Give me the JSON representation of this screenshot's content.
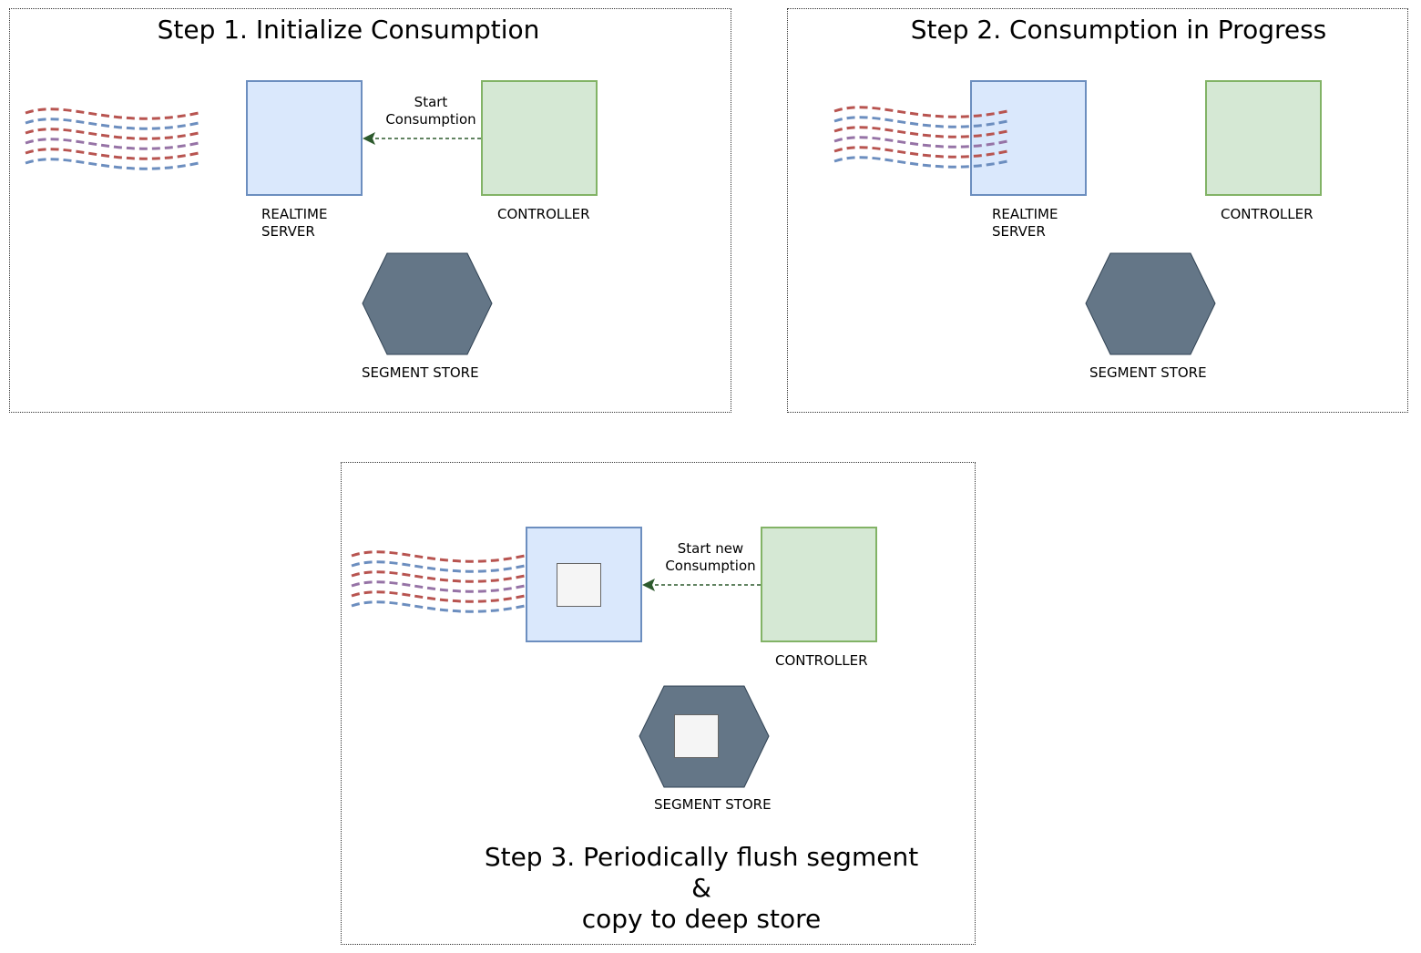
{
  "steps": [
    {
      "title": "Step 1. Initialize Consumption",
      "realtime_server_label": "REALTIME\nSERVER",
      "controller_label": "CONTROLLER",
      "segment_store_label": "SEGMENT STORE",
      "arrow_label": "Start\nConsumption"
    },
    {
      "title": "Step 2. Consumption in Progress",
      "realtime_server_label": "REALTIME\nSERVER",
      "controller_label": "CONTROLLER",
      "segment_store_label": "SEGMENT STORE"
    },
    {
      "title": "Step 3. Periodically flush segment\n&\ncopy to deep store",
      "controller_label": "CONTROLLER",
      "segment_store_label": "SEGMENT STORE",
      "arrow_label": "Start new\nConsumption"
    }
  ],
  "colors": {
    "realtime_server_fill": "#dae8fc",
    "realtime_server_stroke": "#6c8ebf",
    "controller_fill": "#d5e8d4",
    "controller_stroke": "#82b366",
    "segment_store_fill": "#647687",
    "segment_store_stroke": "#314354",
    "segment_fill": "#f5f5f5",
    "arrow_color": "#2d5a2d",
    "stream_red": "#b85450",
    "stream_blue": "#6c8ebf",
    "stream_purple": "#9673a6"
  }
}
